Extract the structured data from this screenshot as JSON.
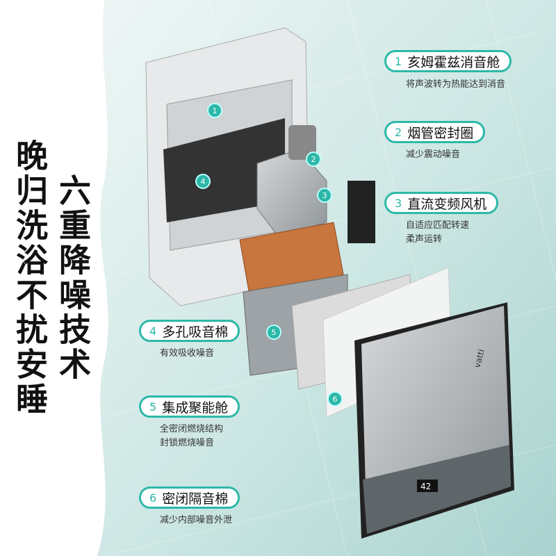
{
  "headline": {
    "line1": "晚归洗浴不扰安睡",
    "line2": "六重降噪技术"
  },
  "features": [
    {
      "num": "1",
      "title": "亥姆霍兹消音舱",
      "desc": [
        "将声波转为热能达到消音"
      ]
    },
    {
      "num": "2",
      "title": "烟管密封圈",
      "desc": [
        "减少震动噪音"
      ]
    },
    {
      "num": "3",
      "title": "直流变频风机",
      "desc": [
        "自适应匹配转速",
        "柔声运转"
      ]
    },
    {
      "num": "4",
      "title": "多孔吸音棉",
      "desc": [
        "有效吸收噪音"
      ]
    },
    {
      "num": "5",
      "title": "集成聚能舱",
      "desc": [
        "全密闭燃烧结构",
        "封锁燃烧噪音"
      ]
    },
    {
      "num": "6",
      "title": "密闭隔音棉",
      "desc": [
        "减少内部噪音外泄"
      ]
    }
  ],
  "product": {
    "brand": "vatti",
    "display": "42"
  },
  "colors": {
    "accent": "#2cb8a8",
    "bg": "#cfe9e6"
  }
}
